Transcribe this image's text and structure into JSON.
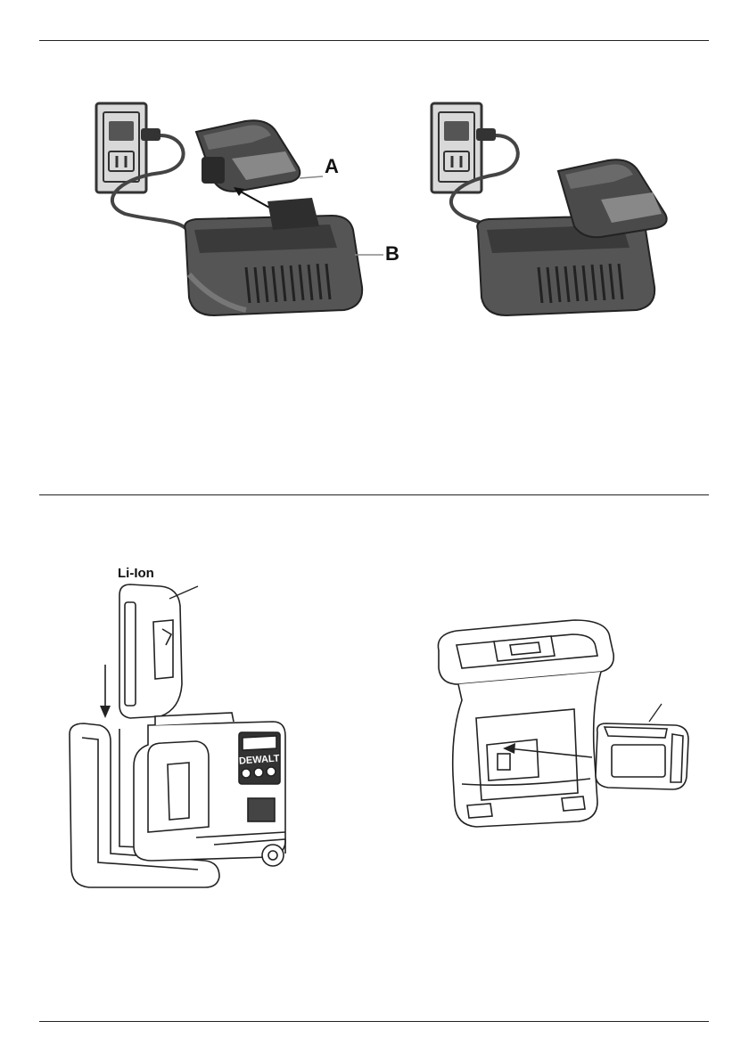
{
  "figures": {
    "charger_step1": {
      "callout_a": "A",
      "callout_b": "B"
    },
    "charger_step2": {},
    "laser_clip": {
      "battery_label": "Li-Ion",
      "brand_logo": "DEWALT"
    },
    "rotary_laser": {}
  }
}
